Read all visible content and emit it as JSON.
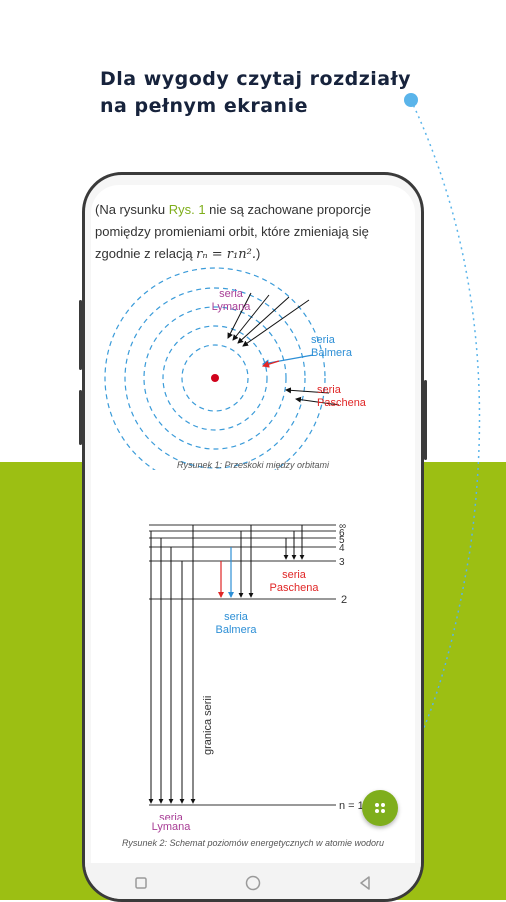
{
  "headline": {
    "line1": "Dla wygody czytaj rozdziały",
    "line2": "na pełnym ekranie"
  },
  "content": {
    "para_part1": "(Na rysunku ",
    "para_link": "Rys. 1",
    "para_part2": " nie są zachowane proporcje pomiędzy promieniami orbit, które zmieniają się zgodnie z relacją ",
    "para_formula": "rₙ = r₁n².",
    "para_end": ")"
  },
  "figure1": {
    "caption": "Rysunek 1: Przeskoki między orbitami",
    "labels": {
      "lyman_1": "seria",
      "lyman_2": "Lymana",
      "balmer_1": "seria",
      "balmer_2": "Balmera",
      "paschen_1": "seria",
      "paschen_2": "Paschena"
    }
  },
  "figure2": {
    "caption": "Rysunek 2: Schemat poziomów energetycznych w atomie wodoru",
    "levels": {
      "inf": "∞",
      "l6": "6",
      "l5": "5",
      "l4": "4",
      "l3": "3",
      "l2": "2",
      "l1": "n = 1"
    },
    "labels": {
      "paschen_1": "seria",
      "paschen_2": "Paschena",
      "balmer_1": "seria",
      "balmer_2": "Balmera",
      "lyman_1": "seria",
      "lyman_2": "Lymana",
      "limit": "granica serii"
    }
  },
  "colors": {
    "accent": "#7fae1c",
    "lyman": "#a83e96",
    "balmer": "#2d8fd6",
    "paschen": "#e02626",
    "orbit": "#3a9bd9"
  },
  "icons": {
    "fab": "grid-dots-icon",
    "nav_recent": "square-icon",
    "nav_home": "circle-icon",
    "nav_back": "triangle-back-icon"
  }
}
